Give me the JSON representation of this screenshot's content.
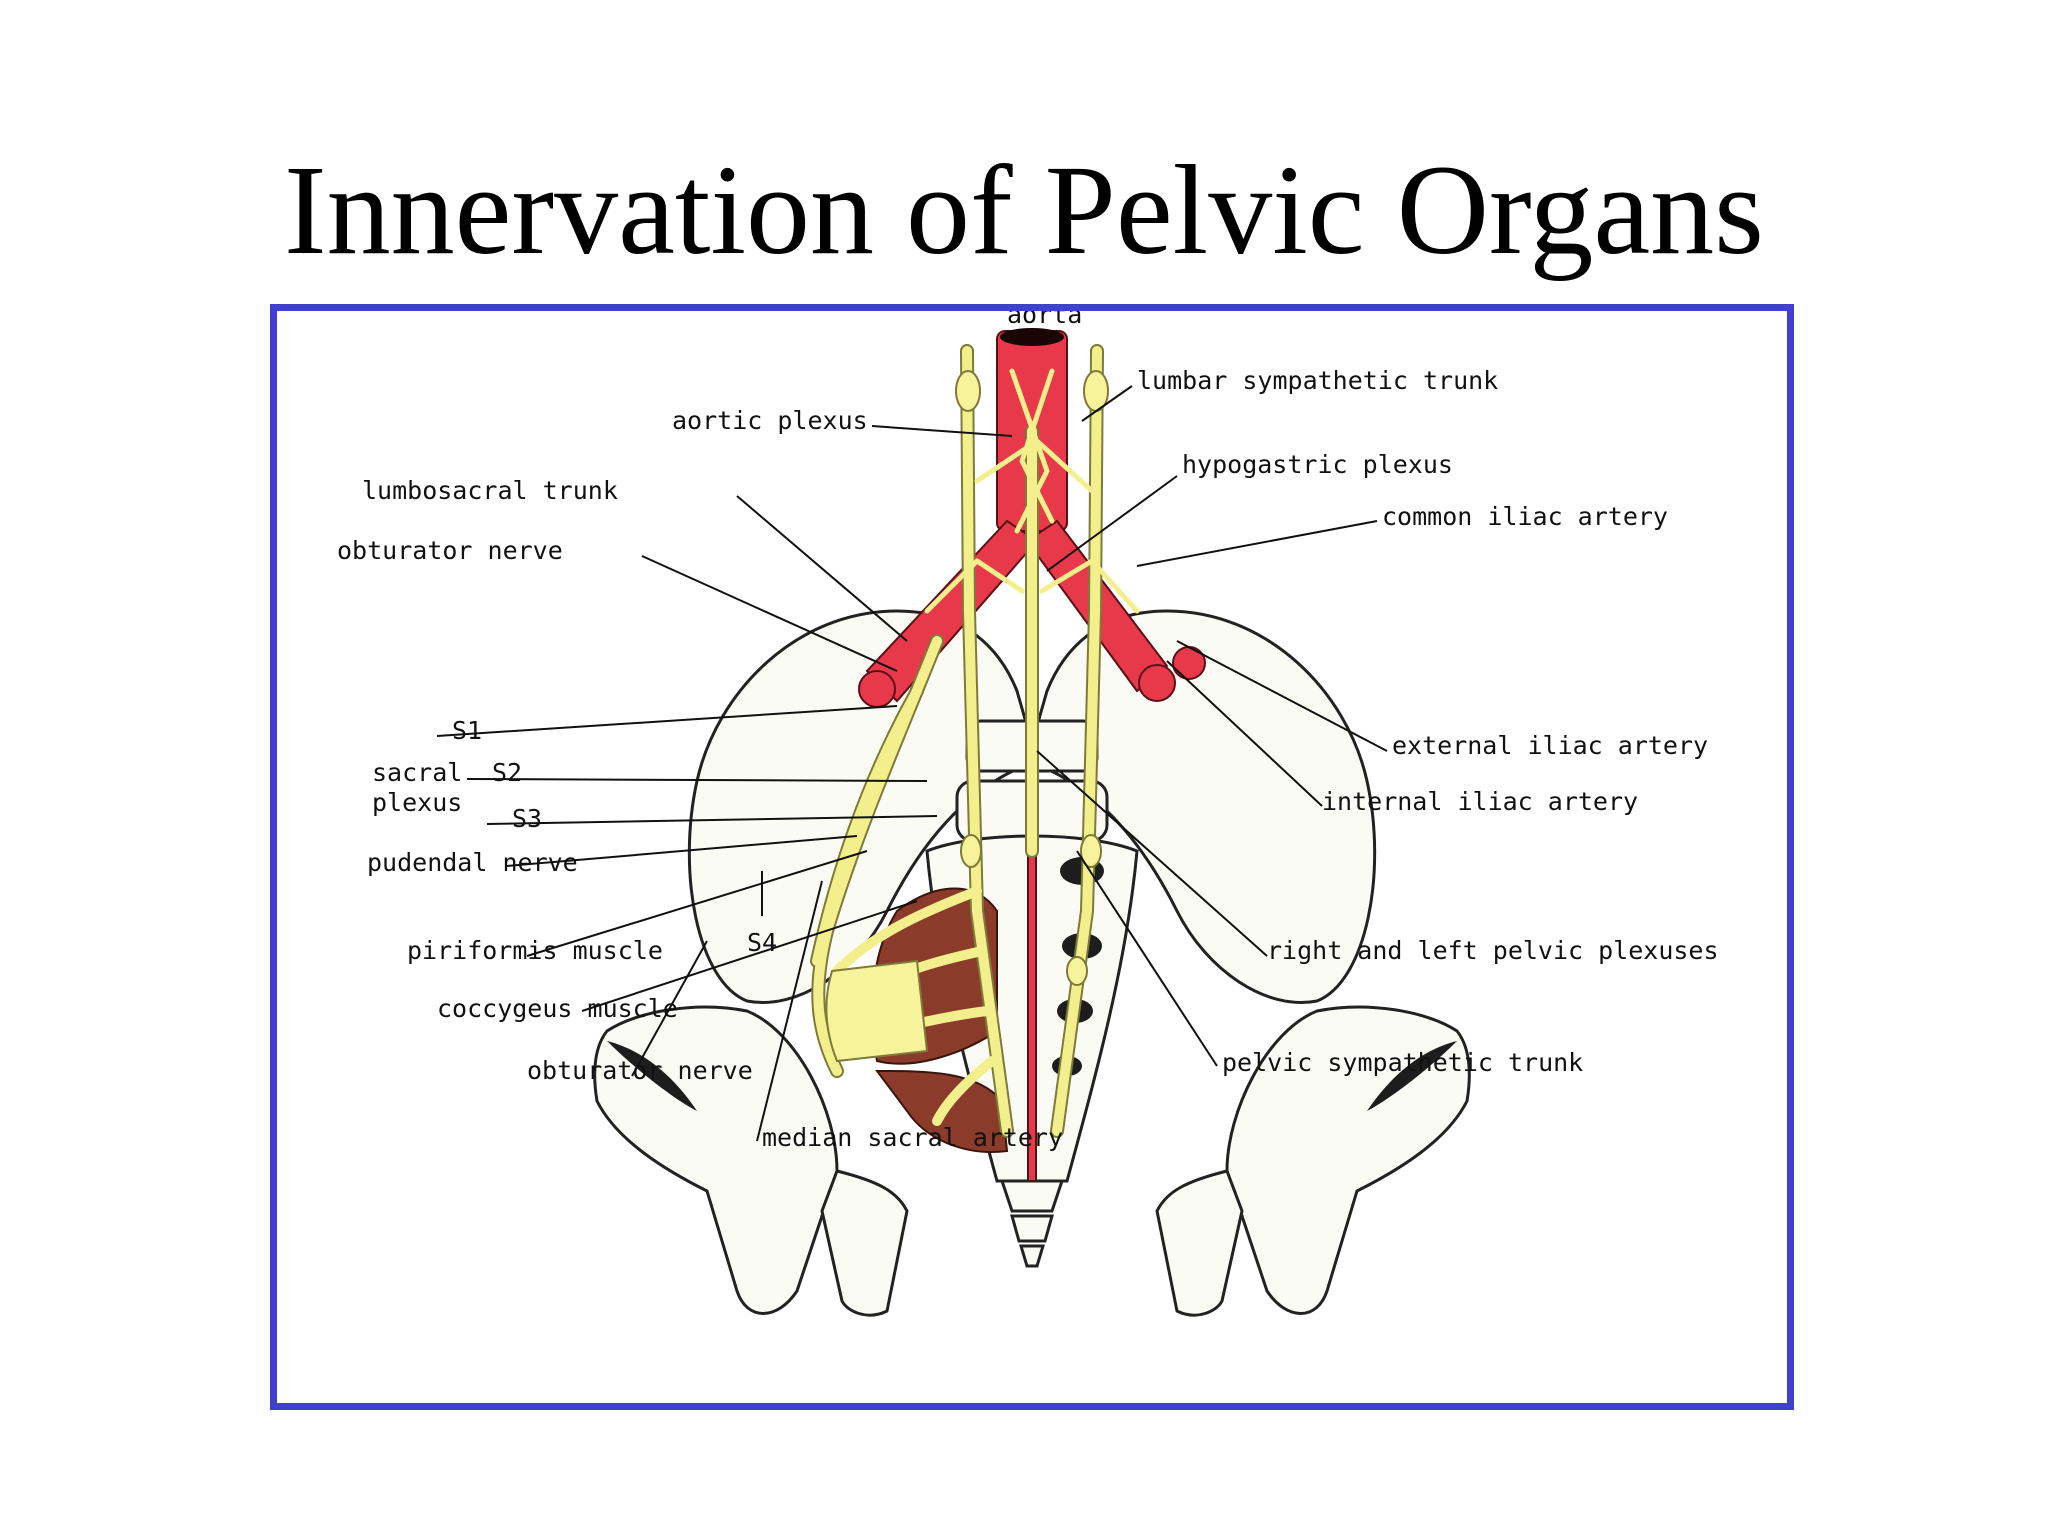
{
  "slide": {
    "title": "Innervation of Pelvic Organs"
  },
  "figure": {
    "frame_color": "#3f3fd0",
    "colors": {
      "artery": "#e8394a",
      "nerve": "#f3ef8c",
      "muscle": "#8b3b2a",
      "bone": "#fbfbf6"
    },
    "labels": {
      "aorta": "aorta",
      "lumbar_sympathetic_trunk": "lumbar sympathetic trunk",
      "aortic_plexus": "aortic plexus",
      "hypogastric_plexus": "hypogastric plexus",
      "lumbosacral_trunk": "lumbosacral trunk",
      "common_iliac_artery": "common iliac artery",
      "obturator_nerve_upper": "obturator nerve",
      "s1": "S1",
      "sacral": "sacral",
      "plexus": "plexus",
      "s2": "S2",
      "s3": "S3",
      "external_iliac_artery": "external iliac artery",
      "internal_iliac_artery": "internal iliac artery",
      "pudendal_nerve": "pudendal nerve",
      "piriformis_muscle": "piriformis muscle",
      "s4": "S4",
      "right_and_left_pelvic_plexuses": "right and left pelvic plexuses",
      "coccygeus_muscle": "coccygeus muscle",
      "obturator_nerve_lower": "obturator nerve",
      "pelvic_sympathetic_trunk": "pelvic sympathetic trunk",
      "median_sacral_artery": "median sacral artery"
    }
  }
}
